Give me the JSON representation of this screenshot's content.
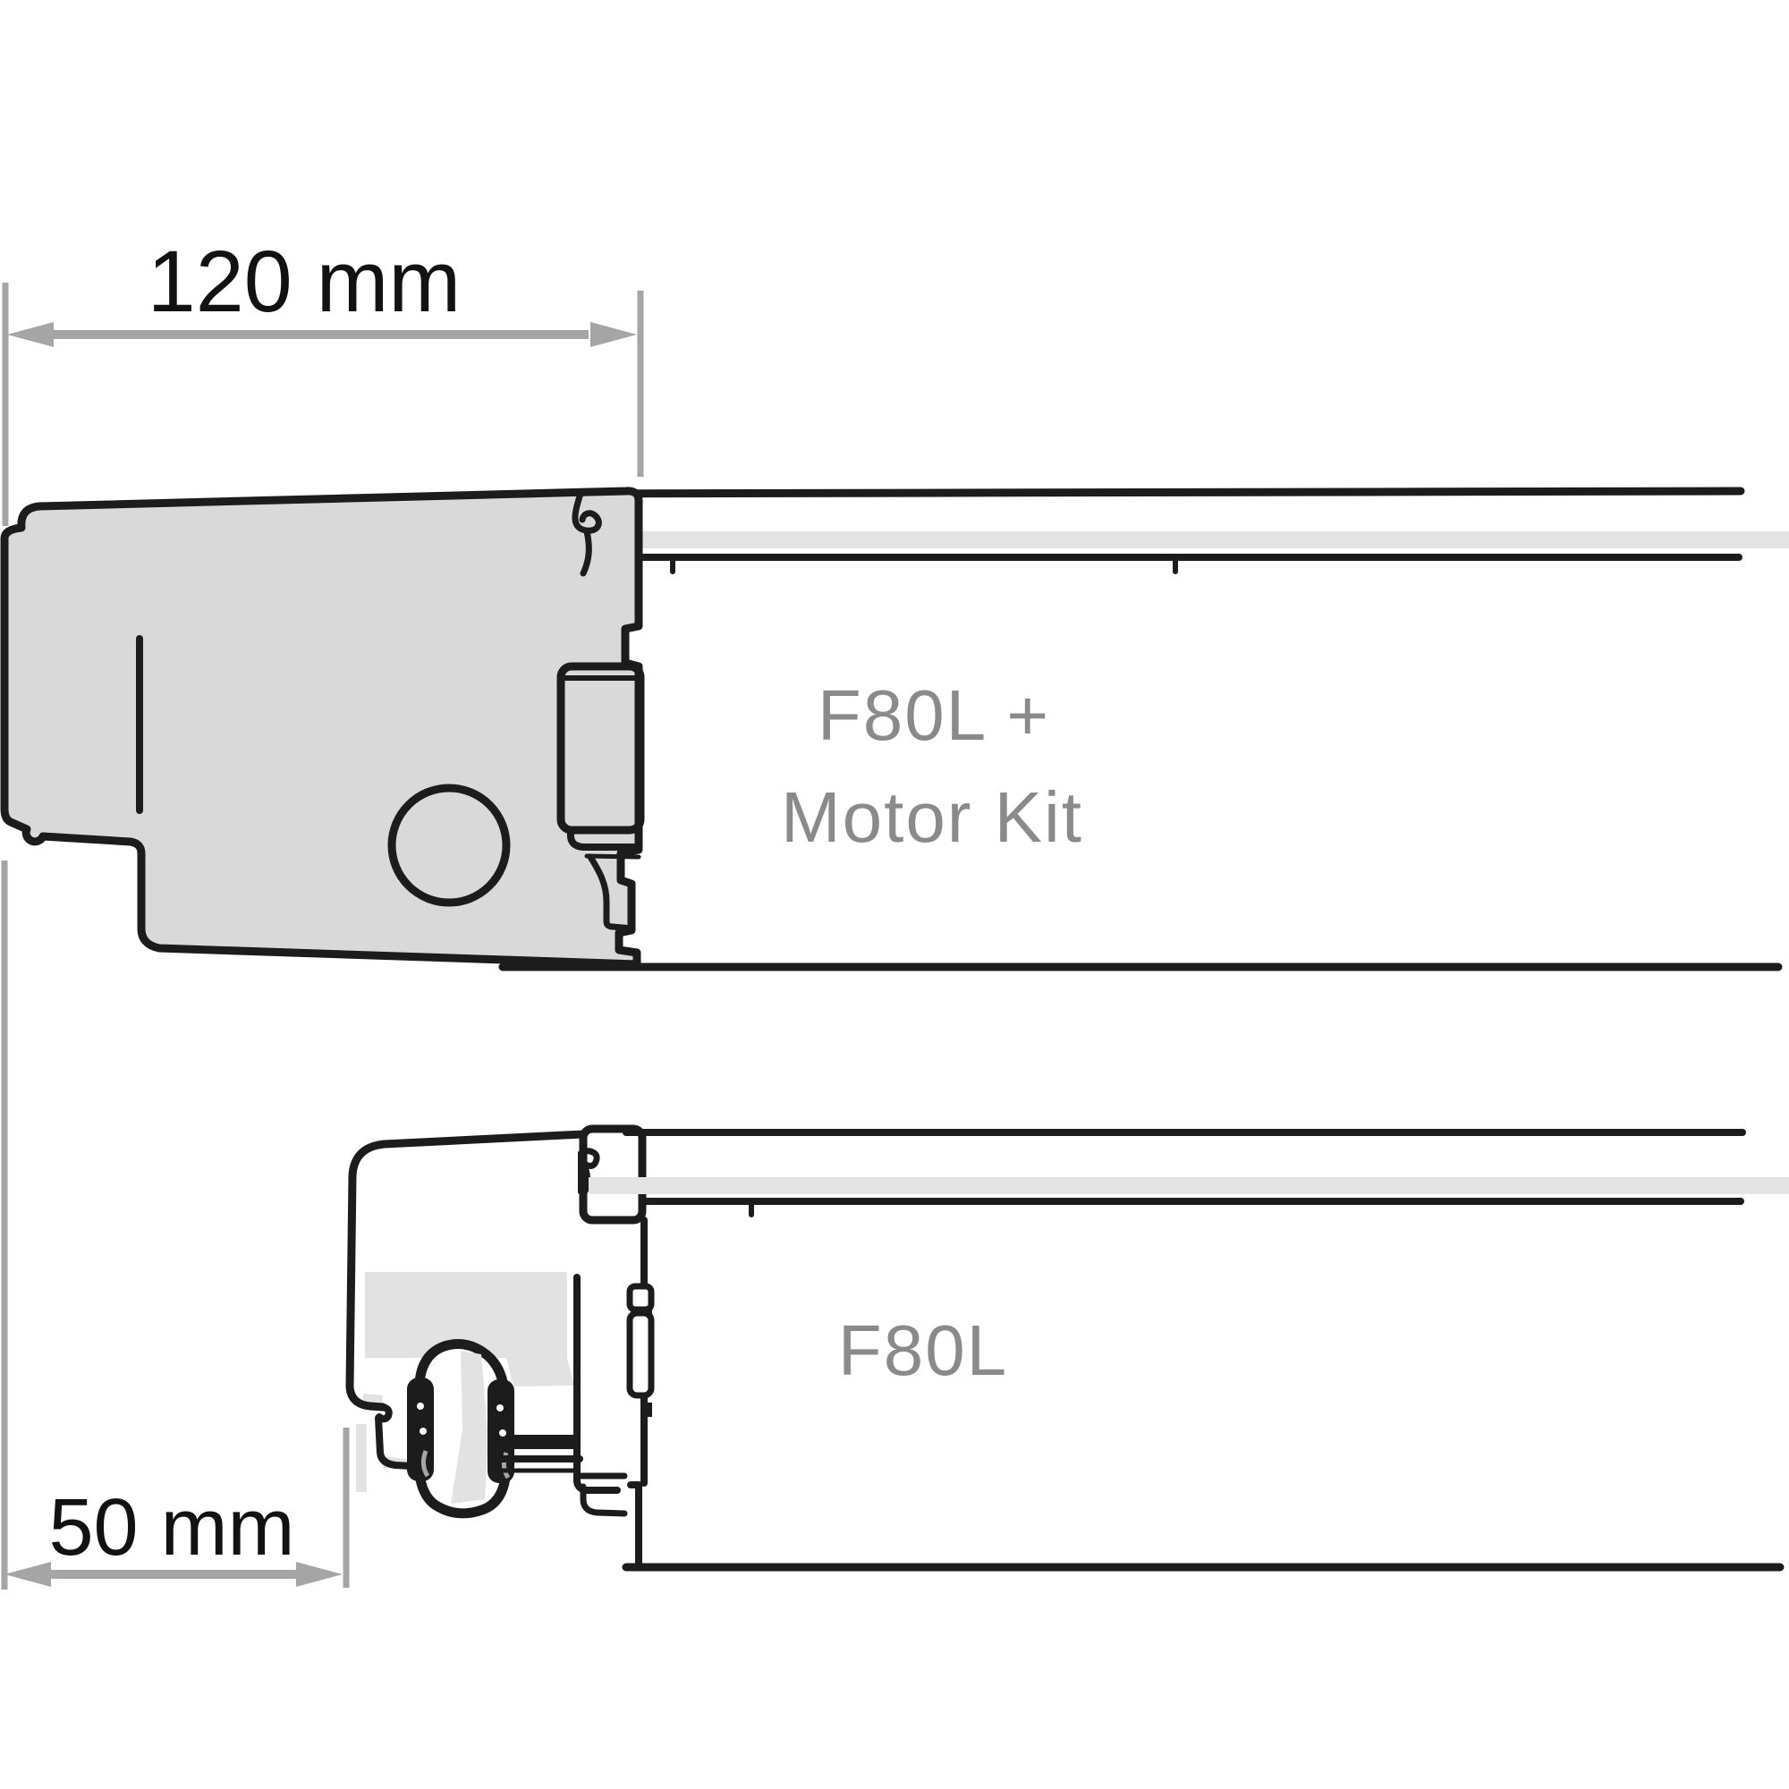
{
  "dimensions": {
    "top_width": {
      "label": "120 mm"
    },
    "bottom_offset": {
      "label": "50 mm"
    }
  },
  "products": {
    "with_motor": {
      "line1": "F80L +",
      "line2": "Motor Kit"
    },
    "without_motor": {
      "label": "F80L"
    }
  },
  "colors": {
    "bg": "#ffffff",
    "ink": "#1c1c1c",
    "dim": "#a5a5a5",
    "dim-text": "#121212",
    "label": "#8a8a8a",
    "housing": "#d9d9d9",
    "band": "#e3e3e3",
    "shade": "#e2e2e2"
  }
}
